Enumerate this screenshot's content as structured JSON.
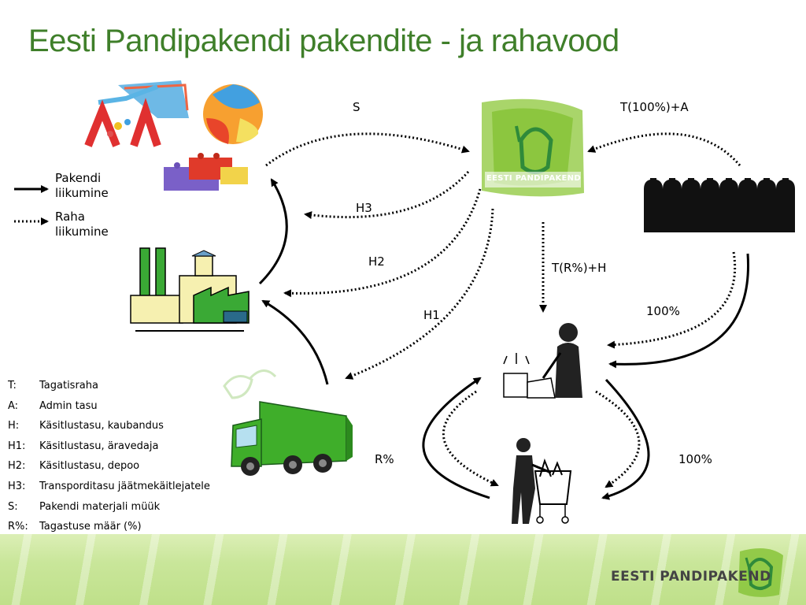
{
  "title": "Eesti Pandipakendi pakendite - ja rahavood",
  "legend": {
    "solid_label": "Pakendi liikumine",
    "dotted_label": "Raha liikumine"
  },
  "flow_labels": {
    "s": "S",
    "t100a": "T(100%)+A",
    "h3": "H3",
    "h2": "H2",
    "trh": "T(R%)+H",
    "h1": "H1",
    "p100_top": "100%",
    "r_percent": "R%",
    "p100_bottom": "100%"
  },
  "center_logo_text": "EESTI PANDIPAKEND",
  "brand_text": "EESTI PANDIPAKEND",
  "definitions": [
    {
      "abbr": "T:",
      "text": "Tagatisraha"
    },
    {
      "abbr": "A:",
      "text": "Admin tasu"
    },
    {
      "abbr": "H:",
      "text": "Käsitlustasu, kaubandus"
    },
    {
      "abbr": "H1:",
      "text": "Käsitlustasu, äravedaja"
    },
    {
      "abbr": "H2:",
      "text": "Käsitlustasu, depoo"
    },
    {
      "abbr": "H3:",
      "text": "Transporditasu jäätmekäitlejatele"
    },
    {
      "abbr": "S:",
      "text": "Pakendi materjali müük"
    },
    {
      "abbr": "R%:",
      "text": "Tagastuse määr (%)"
    }
  ],
  "colors": {
    "title": "#3f7f2a",
    "logo_green": "#8cc63f",
    "truck_green": "#3fae2a",
    "factory_green": "#3aa935"
  }
}
